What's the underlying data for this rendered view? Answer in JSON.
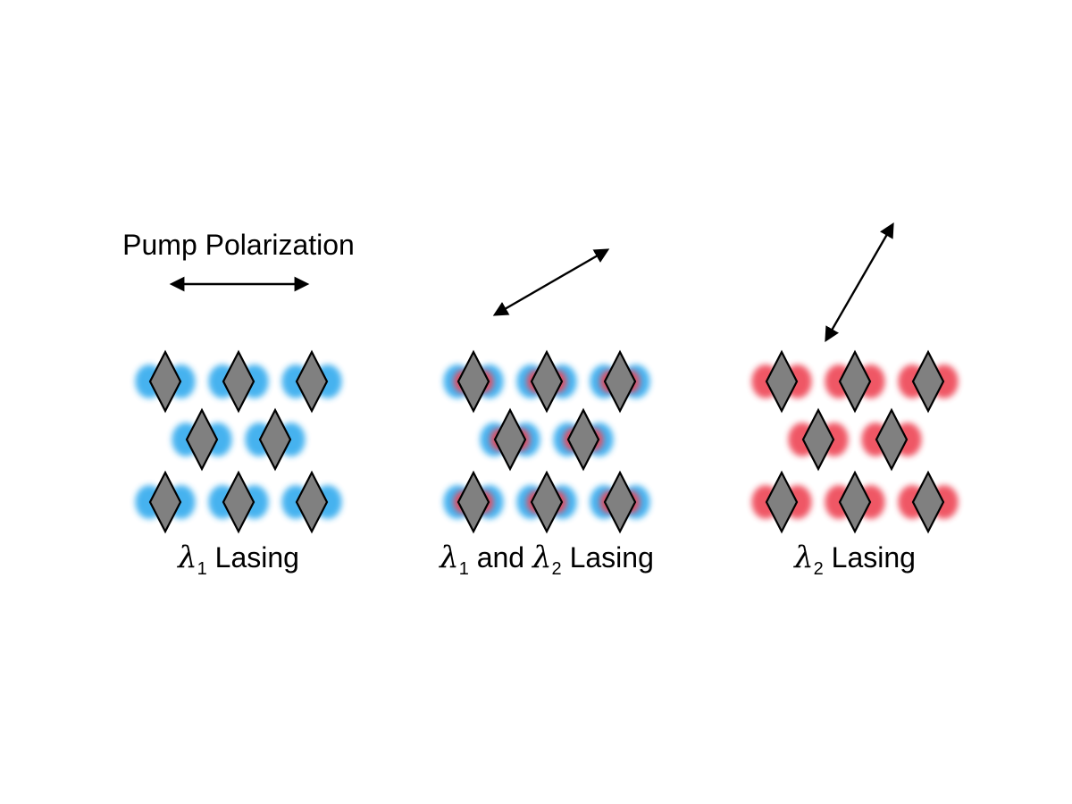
{
  "title": "Pump Polarization",
  "colors": {
    "lambda1_mode": "#33aaee",
    "lambda2_mode": "#ee4455",
    "particle_fill": "#808080",
    "particle_stroke": "#000000",
    "arrow": "#000000"
  },
  "panels": [
    {
      "id": "lambda1",
      "caption": {
        "symbol": "λ",
        "subscript": "1",
        "text": "Lasing"
      },
      "polarization_angle_deg": 0,
      "modes": [
        "lambda1"
      ]
    },
    {
      "id": "both",
      "caption": {
        "symbol": "λ",
        "subscript": "1",
        "middle": "and",
        "symbol2": "λ",
        "subscript2": "2",
        "text": "Lasing"
      },
      "polarization_angle_deg": 30,
      "modes": [
        "lambda1",
        "lambda2"
      ]
    },
    {
      "id": "lambda2",
      "caption": {
        "symbol": "λ",
        "subscript": "2",
        "text": "Lasing"
      },
      "polarization_angle_deg": 60,
      "modes": [
        "lambda2"
      ]
    }
  ],
  "icons": {
    "particle": "diamond-nanoparticle-icon",
    "arrow": "double-headed-arrow-icon"
  }
}
